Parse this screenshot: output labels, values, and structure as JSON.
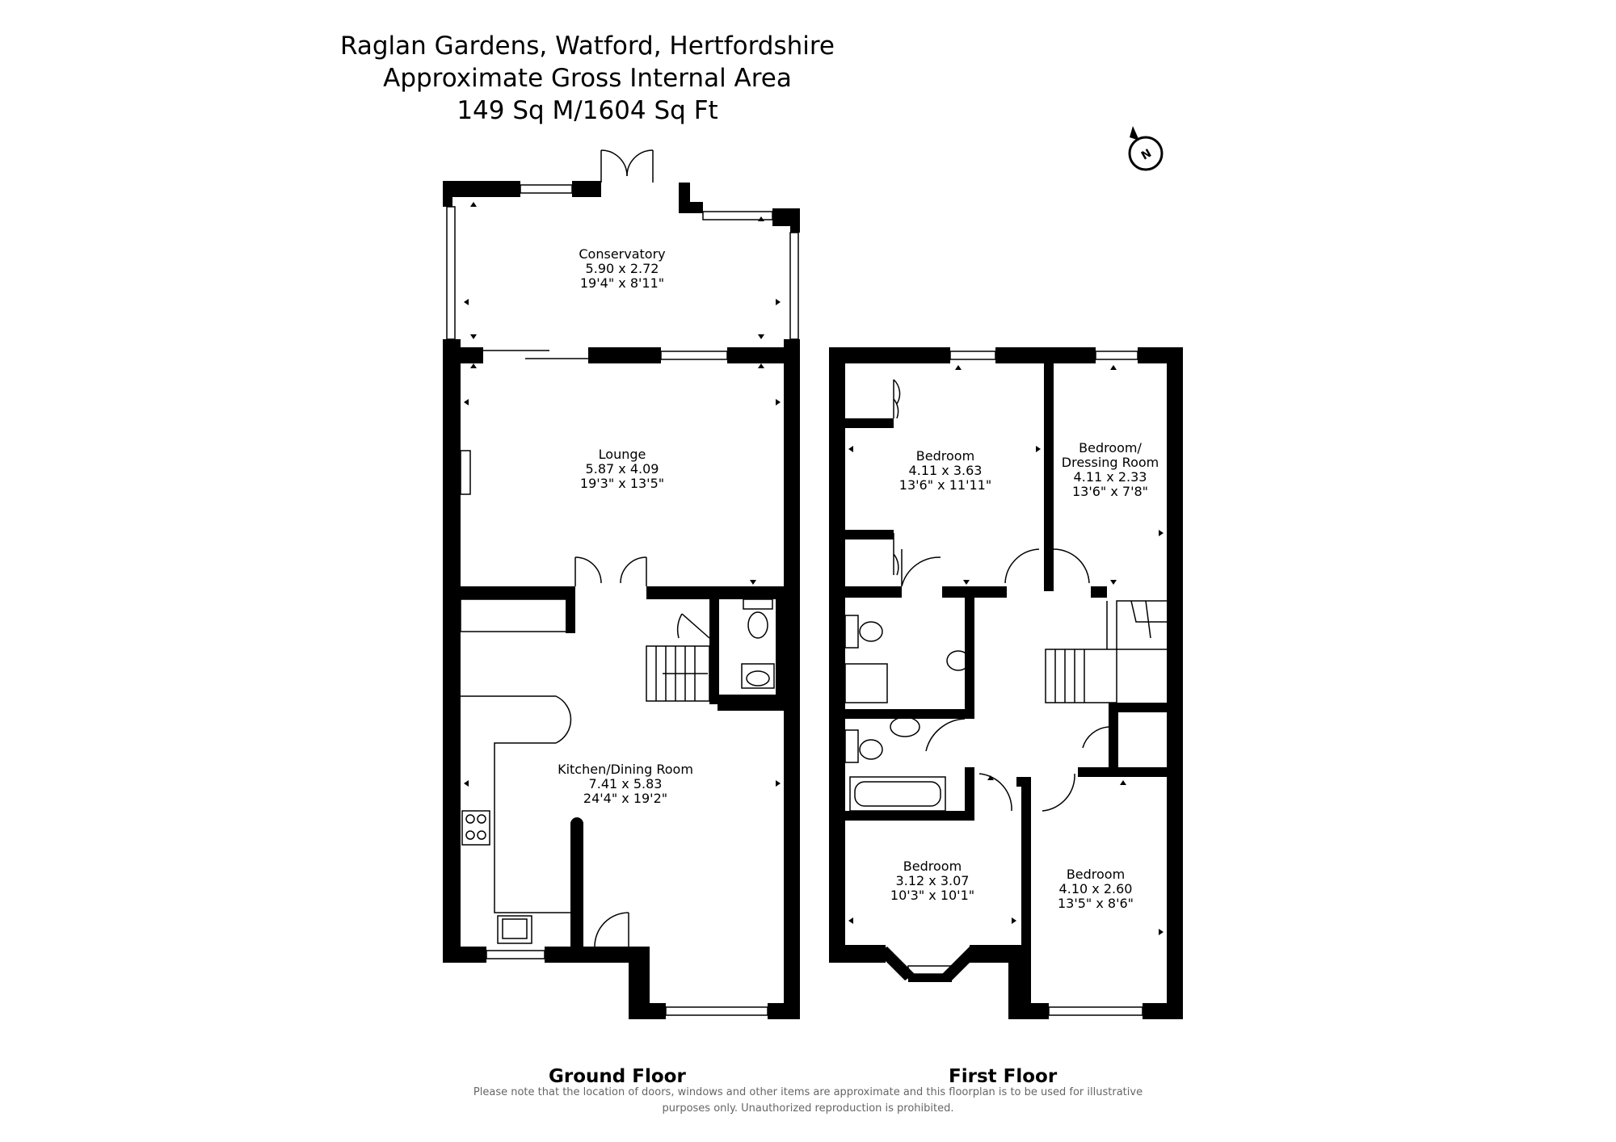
{
  "header": {
    "line1": "Raglan Gardens, Watford, Hertfordshire",
    "line2": "Approximate Gross Internal Area",
    "line3": "149 Sq M/1604 Sq Ft"
  },
  "compass": {
    "letter": "N"
  },
  "ground_floor": {
    "label": "Ground Floor",
    "rooms": [
      {
        "name": "Conservatory",
        "metric": "5.90 x 2.72",
        "imperial": "19'4\" x 8'11\""
      },
      {
        "name": "Lounge",
        "metric": "5.87 x 4.09",
        "imperial": "19'3\" x 13'5\""
      },
      {
        "name": "Kitchen/Dining Room",
        "metric": "7.41 x 5.83",
        "imperial": "24'4\" x 19'2\""
      }
    ]
  },
  "first_floor": {
    "label": "First Floor",
    "rooms": [
      {
        "name": "Bedroom",
        "metric": "4.11 x 3.63",
        "imperial": "13'6\" x 11'11\""
      },
      {
        "name": "Bedroom/",
        "name2": "Dressing Room",
        "metric": "4.11 x 2.33",
        "imperial": "13'6\" x 7'8\""
      },
      {
        "name": "Bedroom",
        "metric": "3.12 x 3.07",
        "imperial": "10'3\" x 10'1\""
      },
      {
        "name": "Bedroom",
        "metric": "4.10 x 2.60",
        "imperial": "13'5\" x 8'6\""
      }
    ]
  },
  "disclaimer": {
    "line1": "Please note that the location of doors, windows and other items are approximate and this floorplan is to be used for illustrative",
    "line2": "purposes only. Unauthorized reproduction is prohibited."
  }
}
